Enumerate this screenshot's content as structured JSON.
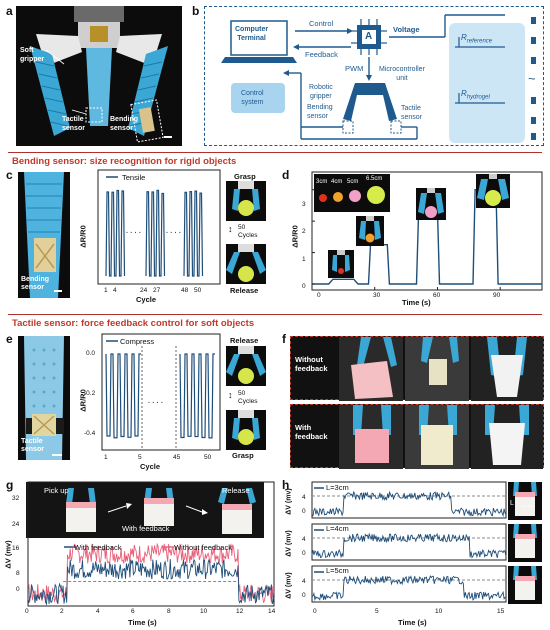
{
  "panels": {
    "a": {
      "letter": "a",
      "soft_gripper": "Soft\ngripper",
      "tactile": "Tactile\nsensor",
      "bending": "Bending\nsensor"
    },
    "b": {
      "letter": "b",
      "computer_terminal": "Computer\nTerminal",
      "control": "Control",
      "feedback": "Feedback",
      "voltage": "Voltage",
      "chip_letter": "A",
      "pwm": "PWM",
      "mcu": "Microcontroller\nunit",
      "robotic_gripper": "Robotic\ngripper",
      "control_system": "Control\nsystem",
      "bending_sensor": "Bending\nsensor",
      "tactile_sensor": "Tactile\nsensor",
      "r_reference": "R",
      "r_reference_sub": "reference",
      "r_hydrogel": "R",
      "r_hydrogel_sub": "hydrogel",
      "tilde": "~"
    },
    "section1": "Bending sensor: size recognition for rigid objects",
    "c": {
      "letter": "c",
      "photo_label": "Bending\nsensor",
      "legend": "Tensile",
      "ylabel": "ΔR/R0",
      "xlabel": "Cycle",
      "ticks": [
        "1",
        "4",
        "24",
        "27",
        "48",
        "50"
      ],
      "grasp": "Grasp",
      "cycles": "50\nCycles",
      "release": "Release",
      "dots1": "· · · ·",
      "dots2": "· · · ·"
    },
    "d": {
      "letter": "d",
      "ylabel": "ΔR/R0",
      "xlabel": "Time (s)",
      "xticks": [
        "0",
        "30",
        "60",
        "90"
      ],
      "yticks": [
        "0",
        "1",
        "2",
        "3"
      ],
      "sizes": [
        "3cm",
        "4cm",
        "5cm",
        "6.5cm"
      ]
    },
    "section2": "Tactile sensor: force feedback control for soft objects",
    "e": {
      "letter": "e",
      "photo_label": "Tactile\nsensor",
      "legend": "Compress",
      "ylabel": "ΔR/R0",
      "xlabel": "Cycle",
      "yticks": [
        "0.0",
        "-0.2",
        "-0.4"
      ],
      "xticks": [
        "1",
        "5",
        "45",
        "50"
      ],
      "release": "Release",
      "cycles": "50\nCycles",
      "grasp": "Grasp",
      "dots": "· · · ·"
    },
    "f": {
      "letter": "f",
      "without": "Without\nfeedback",
      "with": "With\nfeedback"
    },
    "g": {
      "letter": "g",
      "pick_up": "Pick up",
      "with_feedback_photo": "With feedback",
      "release": "Release",
      "ylabel": "ΔV (mv)",
      "xlabel": "Time (s)",
      "legend_with": "With feedback",
      "legend_without": "Without feedback",
      "yticks": [
        "32",
        "24",
        "16",
        "8",
        "0"
      ],
      "xticks": [
        "0",
        "2",
        "4",
        "6",
        "8",
        "10",
        "12",
        "14"
      ]
    },
    "h": {
      "letter": "h",
      "l3": "L=3cm",
      "l4": "L=4cm",
      "l5": "L=5cm",
      "ylabel": "ΔV (mv)",
      "xlabel": "Time (s)",
      "yticks": [
        "4",
        "0"
      ],
      "xticks": [
        "0",
        "5",
        "10",
        "15"
      ],
      "photo_L": "L"
    }
  },
  "colors": {
    "accent_red": "#c0392b",
    "diagram_blue": "#1f5a8f",
    "trace_blue": "#1f4e79",
    "trace_red": "#e8607a",
    "gripper_cyan": "#39a9d6"
  },
  "chart_data": [
    {
      "type": "line",
      "panel": "c",
      "series": [
        {
          "name": "Tensile"
        }
      ],
      "ylabel": "ΔR/R0",
      "xlabel": "Cycle",
      "x_ticks": [
        "1",
        "4",
        "24",
        "27",
        "48",
        "50"
      ]
    },
    {
      "type": "line",
      "panel": "d",
      "xlabel": "Time (s)",
      "ylabel": "ΔR/R0",
      "xlim": [
        0,
        110
      ],
      "ylim": [
        0,
        3.5
      ],
      "x_ticks": [
        0,
        30,
        60,
        90
      ],
      "y_ticks": [
        0,
        1,
        2,
        3
      ],
      "x": [
        0,
        8,
        10,
        20,
        22,
        27,
        28,
        36,
        37,
        50,
        51,
        60,
        61,
        65,
        66,
        77,
        78,
        88,
        89,
        94,
        95,
        110
      ],
      "y": [
        0,
        0,
        0.15,
        0.15,
        0,
        0,
        1.25,
        1.25,
        0,
        0,
        2.3,
        2.3,
        0,
        0,
        0,
        0,
        3.0,
        3.0,
        0,
        0,
        0,
        0
      ]
    },
    {
      "type": "line",
      "panel": "e",
      "series": [
        {
          "name": "Compress"
        }
      ],
      "ylabel": "ΔR/R0",
      "xlabel": "Cycle",
      "yticks": [
        0.0,
        -0.2,
        -0.4
      ],
      "x_ticks": [
        "1",
        "5",
        "45",
        "50"
      ]
    },
    {
      "type": "line",
      "panel": "g",
      "xlabel": "Time (s)",
      "ylabel": "ΔV (mv)",
      "xlim": [
        0,
        14
      ],
      "ylim": [
        -4,
        36
      ],
      "series": [
        {
          "name": "With feedback"
        },
        {
          "name": "Without feedback"
        }
      ]
    },
    {
      "type": "line",
      "panel": "h",
      "xlabel": "Time (s)",
      "ylabel": "ΔV (mv)",
      "series": [
        {
          "name": "L=3cm"
        },
        {
          "name": "L=4cm"
        },
        {
          "name": "L=5cm"
        }
      ]
    }
  ]
}
